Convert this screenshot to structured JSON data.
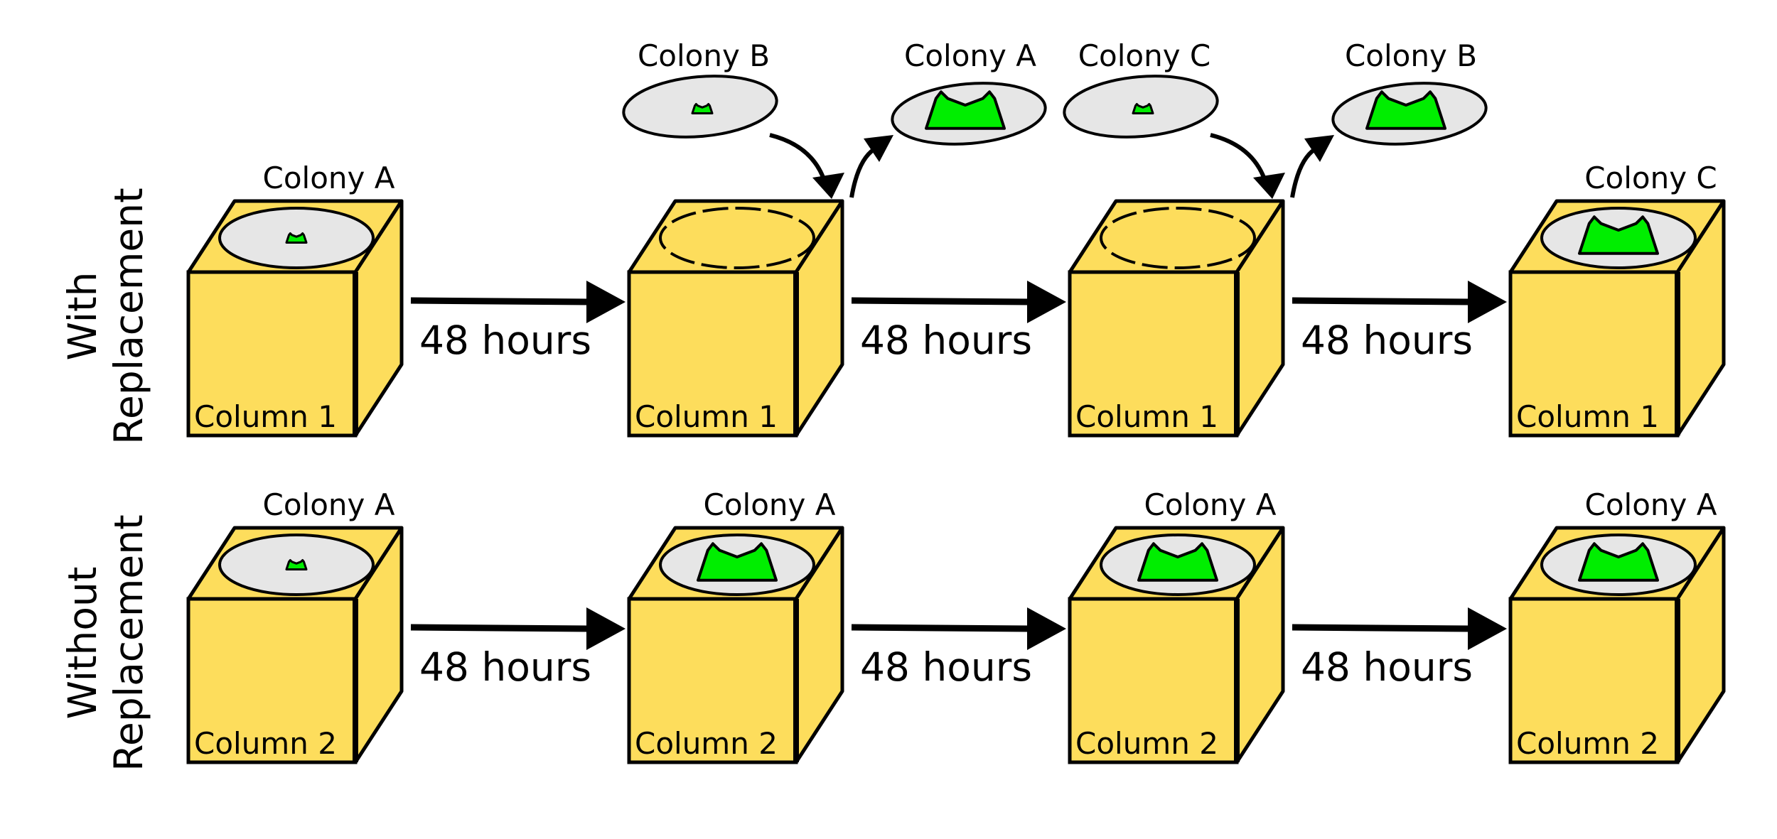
{
  "colors": {
    "box": "#fddd5c",
    "plate": "#e6e6e6",
    "colony": "#00ee00",
    "stroke": "#000000"
  },
  "rows": [
    {
      "label_line1": "With",
      "label_line2": "Replacement",
      "cubes": [
        {
          "column": "Column 1",
          "colony_label": "Colony A",
          "plate": "small"
        },
        {
          "column": "Column 1",
          "colony_label": "",
          "plate": "empty"
        },
        {
          "column": "Column 1",
          "colony_label": "",
          "plate": "empty"
        },
        {
          "column": "Column 1",
          "colony_label": "Colony C",
          "plate": "large"
        }
      ],
      "arrows": [
        "48 hours",
        "48 hours",
        "48 hours"
      ],
      "swaps": [
        {
          "in_label": "Colony B",
          "out_label": "Colony A"
        },
        {
          "in_label": "Colony C",
          "out_label": "Colony B"
        }
      ]
    },
    {
      "label_line1": "Without",
      "label_line2": "Replacement",
      "cubes": [
        {
          "column": "Column 2",
          "colony_label": "Colony A",
          "plate": "small"
        },
        {
          "column": "Column 2",
          "colony_label": "Colony A",
          "plate": "large"
        },
        {
          "column": "Column 2",
          "colony_label": "Colony A",
          "plate": "large"
        },
        {
          "column": "Column 2",
          "colony_label": "Colony A",
          "plate": "large"
        }
      ],
      "arrows": [
        "48 hours",
        "48 hours",
        "48 hours"
      ],
      "swaps": []
    }
  ]
}
